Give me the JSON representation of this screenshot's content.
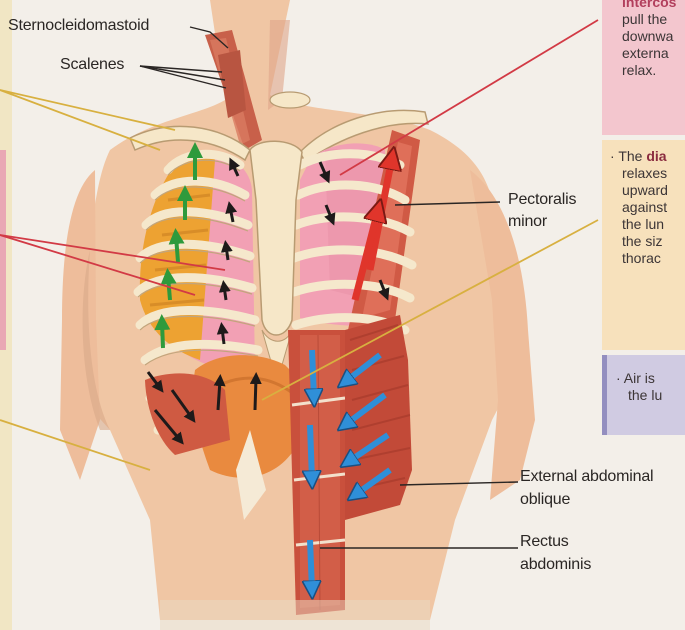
{
  "labels": {
    "sternocleidomastoid": "Sternocleidomastoid",
    "scalenes": "Scalenes",
    "pectoralis_minor_1": "Pectoralis",
    "pectoralis_minor_2": "minor",
    "external_oblique_1": "External abdominal",
    "external_oblique_2": "oblique",
    "rectus_1": "Rectus",
    "rectus_2": "abdominis"
  },
  "side_panel": {
    "box1": {
      "lines": [
        "intercos",
        "pull the",
        "downwa",
        "externa",
        "relax."
      ],
      "color": "#f3b8c4"
    },
    "box2": {
      "prefix": "The ",
      "bold": "dia",
      "lines": [
        "relaxes",
        "upward",
        "against",
        "the lun",
        "the siz",
        "thorac"
      ],
      "color": "#f7ddb0"
    },
    "box3": {
      "lines": [
        "Air is",
        "the lu"
      ],
      "color": "#c9c4e0"
    }
  },
  "colors": {
    "intercostal_arrow": "#2e9a3c",
    "abdominal_arrow": "#2f8fd8",
    "pectoral_arrow": "#e0352b",
    "leader_red": "#d23a45",
    "leader_yellow": "#d8b040"
  }
}
